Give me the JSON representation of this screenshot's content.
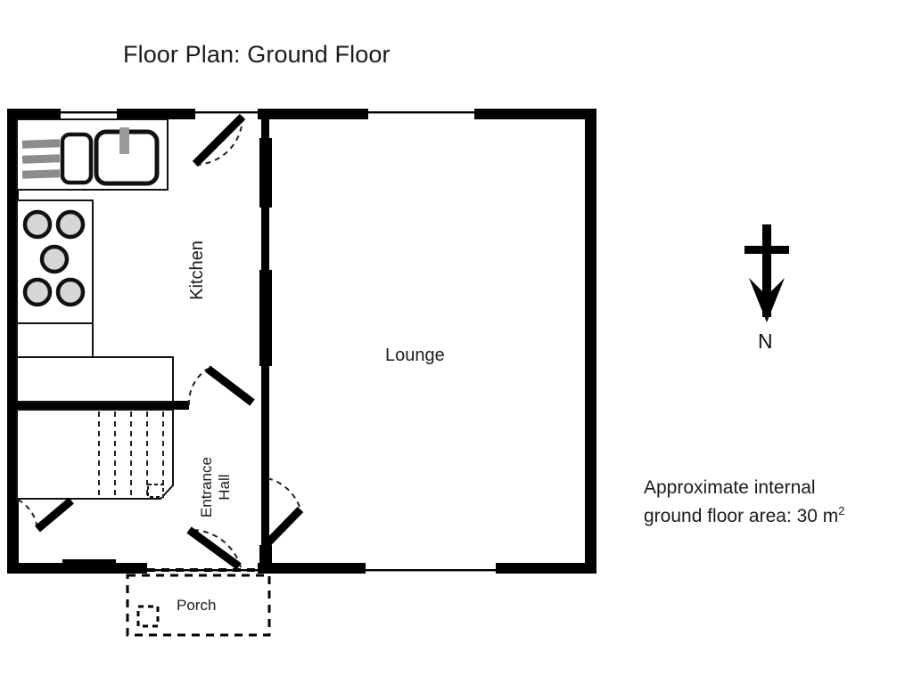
{
  "title": "Floor Plan: Ground Floor",
  "rooms": {
    "kitchen": "Kitchen",
    "lounge": "Lounge",
    "entrance_hall_line1": "Entrance",
    "entrance_hall_line2": "Hall",
    "porch": "Porch"
  },
  "compass": {
    "label": "N",
    "icon": "north-arrow-icon",
    "direction": "down"
  },
  "area_note": {
    "line1": "Approximate internal",
    "line2_prefix": "ground floor area: 30 m",
    "line2_superscript": "2"
  },
  "fixtures": {
    "drainer": "draining-board",
    "small_basin": "small-sink-basin",
    "large_basin": "large-sink-basin",
    "tap": "kitchen-tap",
    "hob": "five-ring-hob",
    "hob_ring_count": 5,
    "stairs": "staircase",
    "stair_tread_count": 5,
    "newel_post": "newel-post"
  },
  "doors": [
    {
      "name": "kitchen-door",
      "swing": "down-left"
    },
    {
      "name": "hall-kitchen-door",
      "swing": "up-right"
    },
    {
      "name": "understair-door",
      "swing": "down-left"
    },
    {
      "name": "lounge-door",
      "swing": "right"
    },
    {
      "name": "front-door",
      "swing": "up-left"
    }
  ],
  "colors": {
    "wall": "#000000",
    "fixture_outline": "#111111",
    "hob_ring_fill": "#d6d6d6",
    "drainer_gray": "#8c8c8c",
    "tap_gray": "#9a9a9a",
    "text": "#1b1b1b",
    "background": "#ffffff"
  }
}
